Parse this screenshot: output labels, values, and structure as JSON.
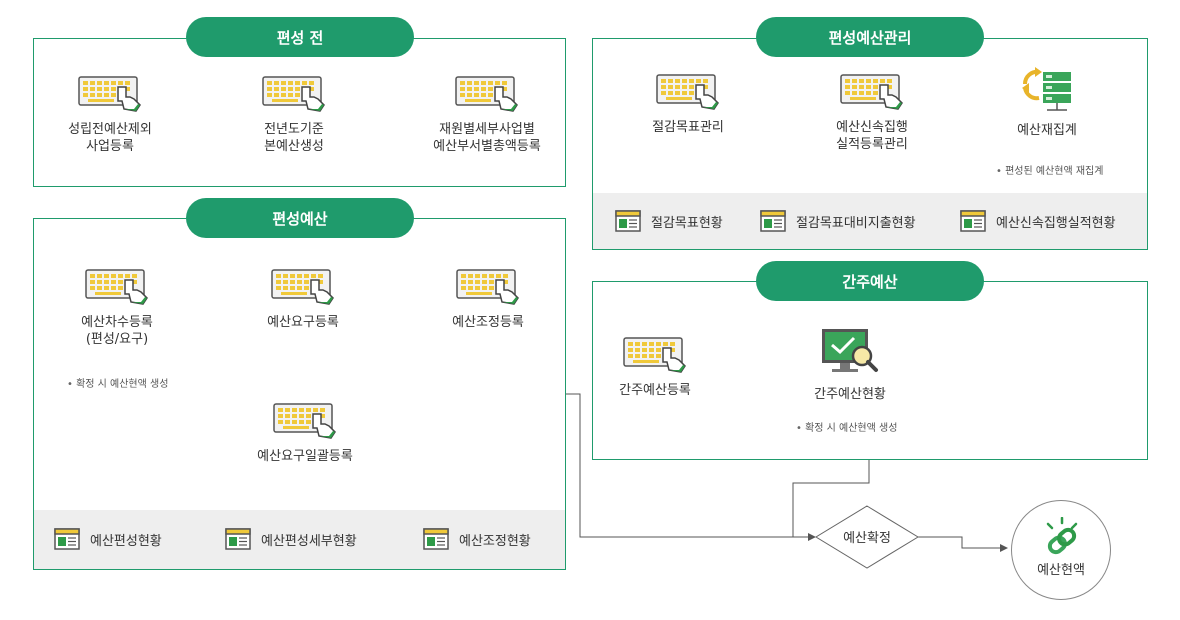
{
  "sections": {
    "pre": {
      "title": "편성 전",
      "items": [
        {
          "label": "성립전예산제외\n사업등록"
        },
        {
          "label": "전년도기준\n본예산생성"
        },
        {
          "label": "재원별세부사업별\n예산부서별총액등록"
        }
      ]
    },
    "mgmt": {
      "title": "편성예산관리",
      "items": [
        {
          "label": "절감목표관리"
        },
        {
          "label": "예산신속집행\n실적등록관리"
        },
        {
          "label": "예산재집계"
        }
      ],
      "note": "편성된 예산현액 재집계",
      "reports": [
        "절감목표현황",
        "절감목표대비지출현황",
        "예산신속집행실적현황"
      ]
    },
    "budget": {
      "title": "편성예산",
      "items": [
        {
          "label": "예산차수등록\n(편성/요구)"
        },
        {
          "label": "예산요구등록"
        },
        {
          "label": "예산조정등록"
        },
        {
          "label": "예산요구일괄등록"
        }
      ],
      "note": "확정 시 예산현액 생성",
      "reports": [
        "예산편성현황",
        "예산편성세부현황",
        "예산조정현황"
      ]
    },
    "deemed": {
      "title": "간주예산",
      "items": [
        {
          "label": "간주예산등록"
        },
        {
          "label": "간주예산현황"
        }
      ],
      "note": "확정 시 예산현액 생성"
    }
  },
  "confirm_label": "예산확정",
  "result_label": "예산현액",
  "colors": {
    "accent": "#1f9b6c",
    "keyboard": "#f0c93a",
    "hand": "#2e9a48"
  },
  "icons": {
    "keyboard": "keyboard-hand-icon",
    "report": "report-window-icon",
    "sync": "sync-server-icon",
    "monitor": "monitor-search-icon",
    "link": "chain-link-icon"
  }
}
